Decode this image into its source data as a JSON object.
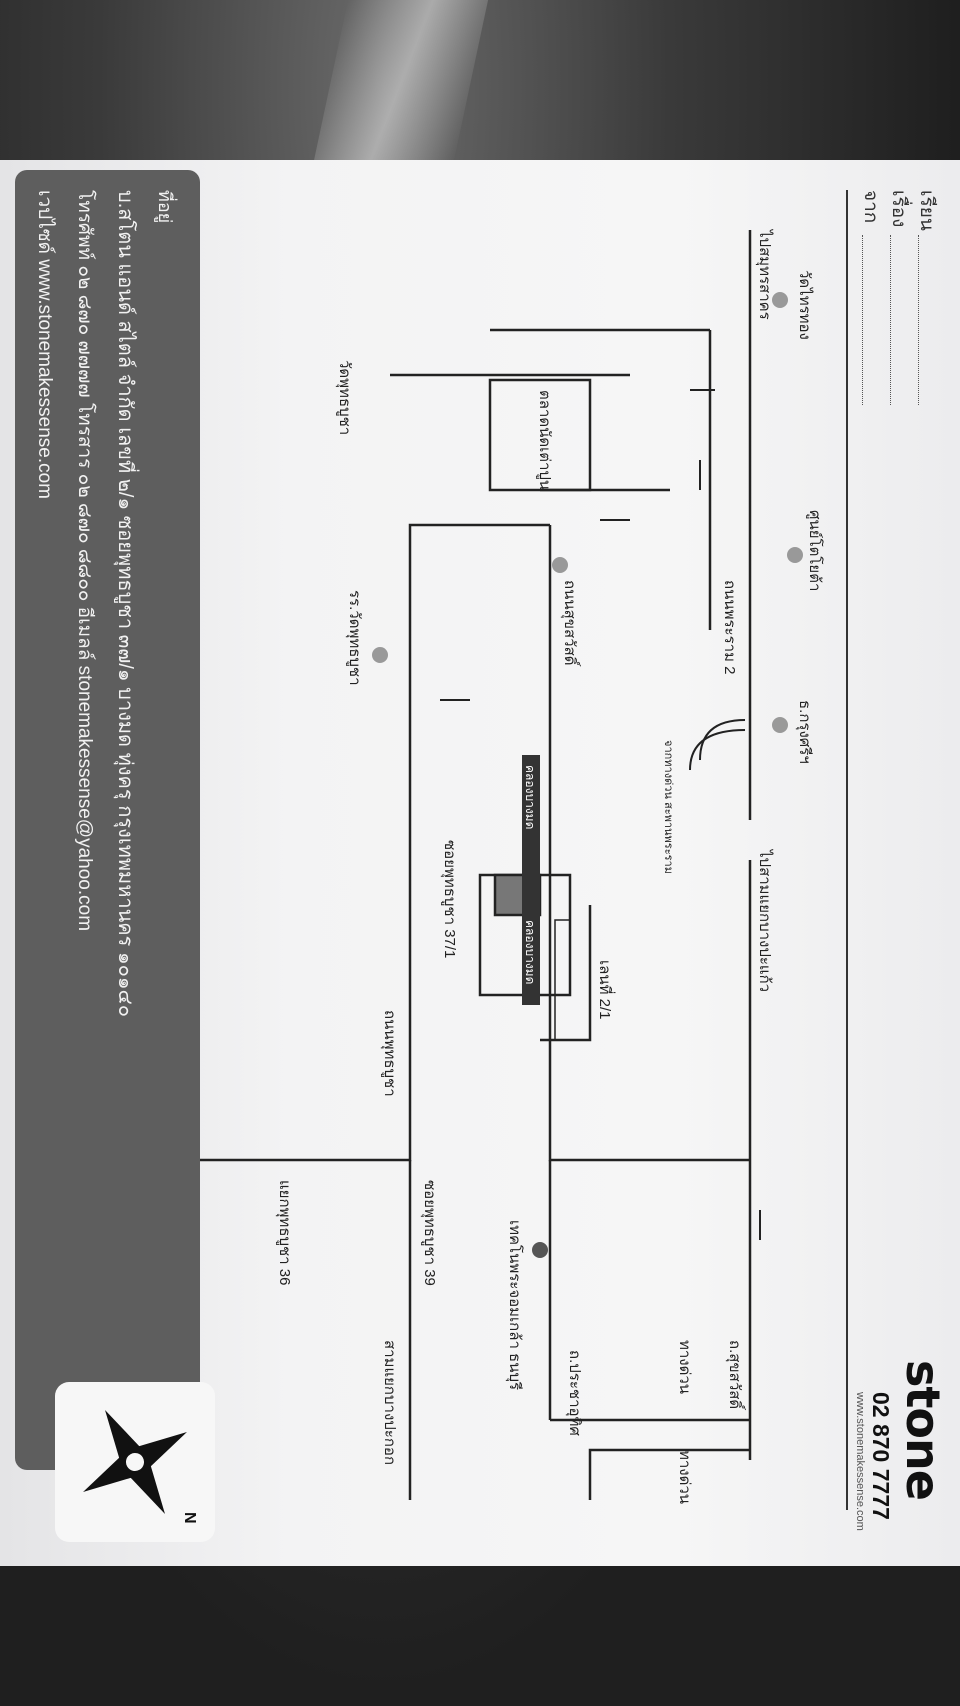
{
  "form": {
    "to_label": "เรียน",
    "subject_label": "เรื่อง",
    "from_label": "จาก"
  },
  "brand": {
    "logo": "stone",
    "phone": "02 870 7777",
    "website": "www.stonemakessense.com"
  },
  "map": {
    "to_sakhon": "ไปสมุทรสาคร",
    "wat_sai_thong": "วัดไทรทอง",
    "toyota_center": "ศูนย์โตโยต้า",
    "rama2_road": "ถนนพระราม 2",
    "suksawat_road_vertical": "ถนนสุขสวัสดิ์",
    "tao_pun_market": "ตลาดนัดเต่าปูน",
    "krungsri_bank": "ธ.กรุงศรีฯ",
    "to_kaew_kuk": "ไปสามแยกบางปะแก้ว",
    "from_rama_bridge": "จากทางด่วน สะพานพระราม",
    "wat_tung_cha": "วัดพุทธบูชา",
    "rr_wat_tung_cha": "รร.วัดพุทธบูชา",
    "soi_37": "ซอยพุทธบูชา 37/1",
    "lane_2_1": "เลนที่ 2/1",
    "canal_a": "คลองบางมด",
    "canal_b": "คลองบางมด",
    "tung_cha_road": "ถนนพุทธบูชา",
    "soi_39": "ซอยพุทธบูชา 39",
    "soi_36": "แยกพุทธบูชา 36",
    "kr_suksawat": "ถ.สุขสวัสดิ์",
    "expressway_a": "ทางด่วน",
    "expressway_b": "ทางด่วน",
    "tech_college": "เทคโนพระจอมเกล้า ธนบุรี",
    "pracha_u_thit": "ถ.ประชาอุทิศ",
    "bang_prakok": "สามแยกบางปะกอก"
  },
  "compass": {
    "north_label": "N"
  },
  "footer": {
    "address_title": "ที่อยู่",
    "company_line": "บ.สโตน แอนด์ สไตล์ จำกัด เลขที่ ๒/๑ ซอยพุทธบูชา ๓๗/๑ บางมด ทุ่งครุ กรุงเทพมหานคร ๑๐๑๔๐",
    "contact_line": "โทรศัพท์ ๐๒ ๘๗๐ ๗๗๗๗ โทรสาร ๐๒ ๘๗๐ ๘๘๐๐ อีเมลล์ stonemakessense@yahoo.com",
    "website_line": "เวปไซด์ www.stonemakessense.com"
  },
  "colors": {
    "footer_bg": "#5e5e5e",
    "sheet_bg": "#f3f3f4",
    "ink": "#222222"
  }
}
